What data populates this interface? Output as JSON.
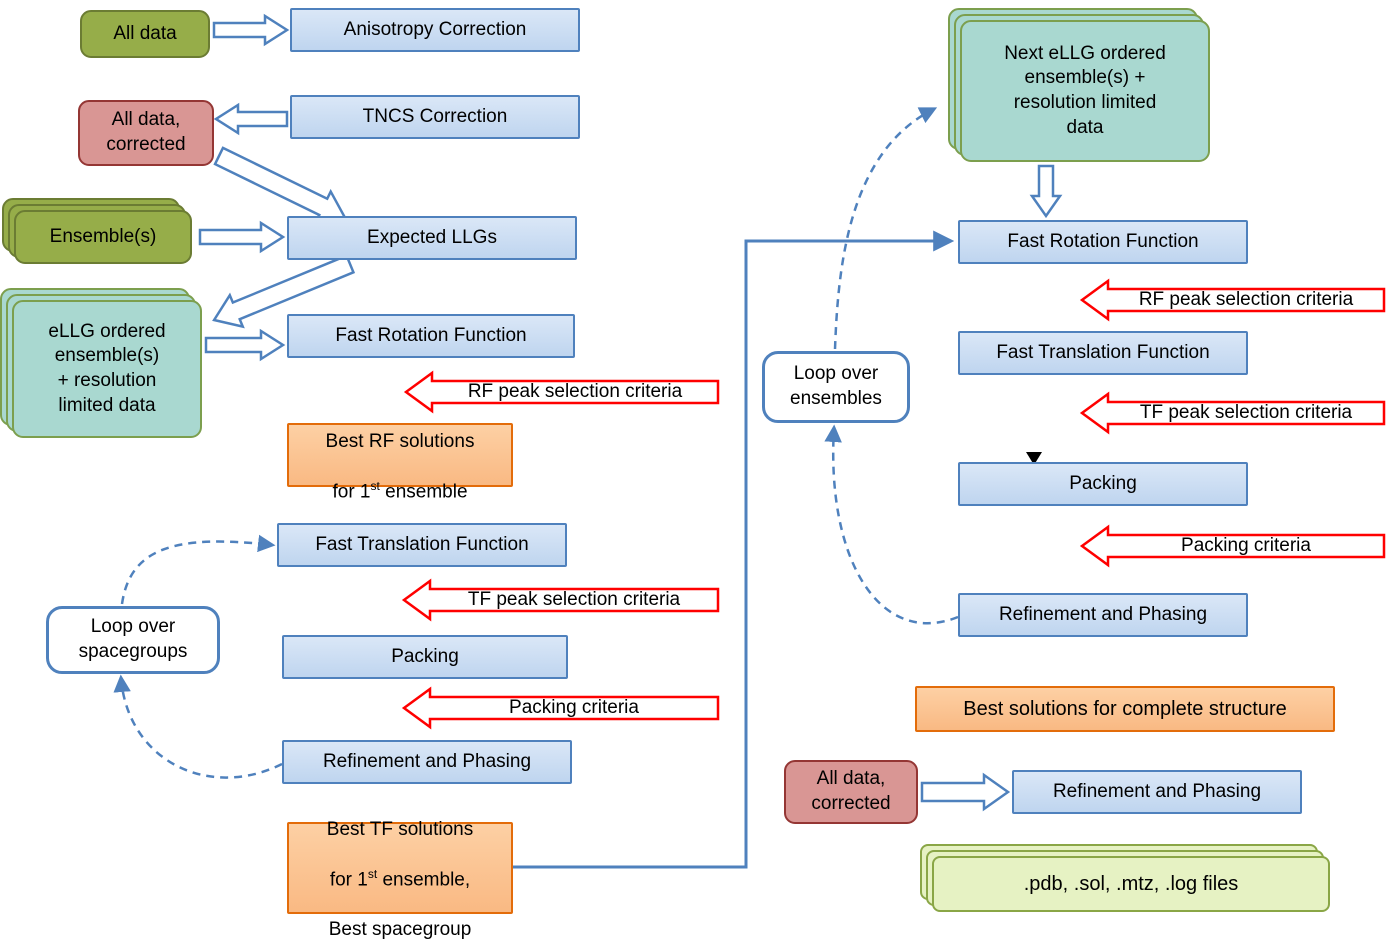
{
  "colors": {
    "process_fill": "#c9dcf3",
    "process_border": "#4f81bd",
    "input_fill": "#96ad49",
    "input_border": "#6b7c33",
    "corrected_fill": "#d99694",
    "corrected_border": "#943634",
    "ensemble_fill": "#a9d8d0",
    "ensemble_border": "#7c9f4e",
    "result_fill": "#fac090",
    "result_border": "#e36c0a",
    "output_fill": "#e6f2c3",
    "output_border": "#8aa646",
    "criteria_arrow": "#ff0000",
    "flow_arrow": "#4f81bd"
  },
  "left": {
    "all_data": "All data",
    "anisotropy_correction": "Anisotropy Correction",
    "tncs_correction": "TNCS Correction",
    "all_data_corrected": "All data,\ncorrected",
    "ensembles": "Ensemble(s)",
    "expected_llgs": "Expected LLGs",
    "ellg_ensembles": "eLLG ordered\nensemble(s)\n+ resolution\nlimited data",
    "fast_rotation_function": "Fast Rotation Function",
    "rf_criteria": "RF peak selection criteria",
    "best_rf": {
      "line1": "Best RF solutions",
      "pre": "for 1",
      "sup": "st",
      "post": " ensemble"
    },
    "fast_translation_function": "Fast Translation Function",
    "tf_criteria": "TF peak selection criteria",
    "packing": "Packing",
    "packing_criteria": "Packing criteria",
    "refinement_phasing": "Refinement and Phasing",
    "loop_spacegroups": "Loop over\nspacegroups",
    "best_tf": {
      "line1": "Best TF solutions",
      "pre": "for 1",
      "sup": "st",
      "post": " ensemble,",
      "line3": "Best spacegroup"
    }
  },
  "right": {
    "next_ellg": "Next eLLG ordered\nensemble(s) +\nresolution limited\ndata",
    "fast_rotation_function": "Fast Rotation Function",
    "rf_criteria": "RF peak selection criteria",
    "fast_translation_function": "Fast Translation Function",
    "tf_criteria": "TF peak selection criteria",
    "packing": "Packing",
    "packing_criteria": "Packing criteria",
    "refinement_phasing": "Refinement and Phasing",
    "loop_ensembles": "Loop over\nensembles",
    "best_solutions": "Best solutions for complete structure",
    "all_data_corrected": "All data,\ncorrected",
    "refinement_phasing_final": "Refinement and Phasing",
    "output_files": ".pdb, .sol, .mtz, .log files"
  }
}
